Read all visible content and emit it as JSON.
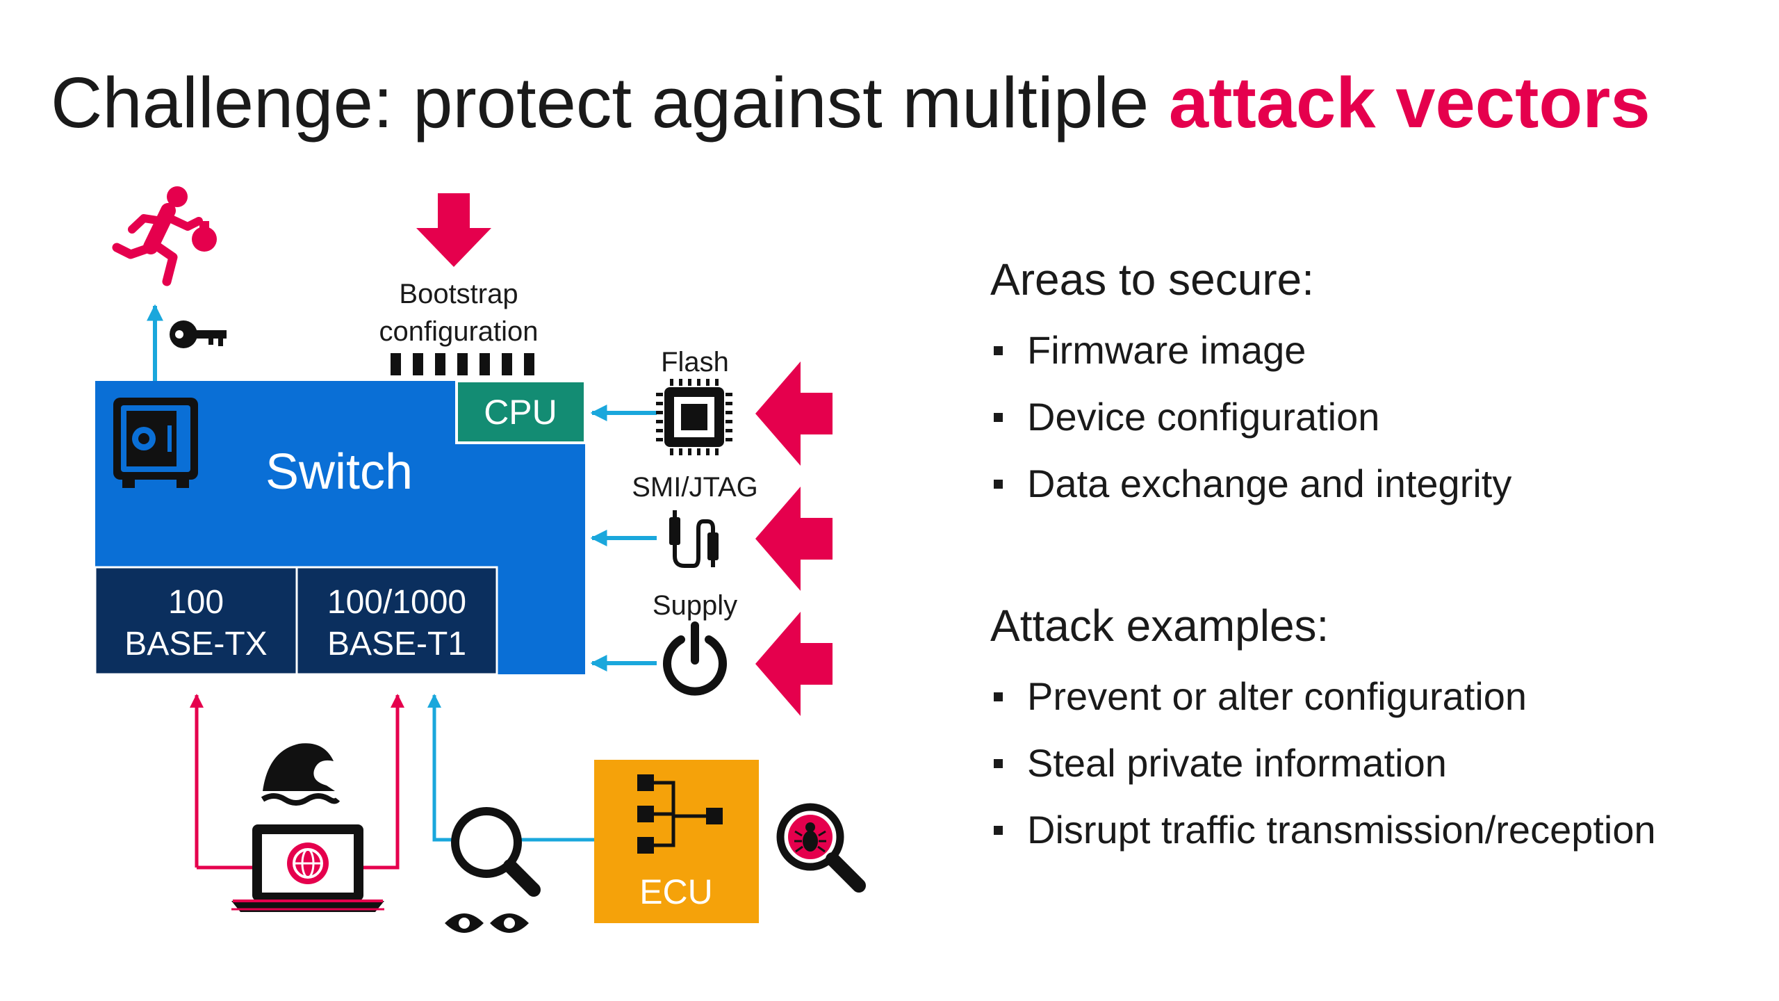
{
  "title": {
    "prefix": "Challenge: protect against multiple ",
    "accent": "attack vectors"
  },
  "diagram": {
    "switch_label": "Switch",
    "cpu_label": "CPU",
    "port1_line1": "100",
    "port1_line2": "BASE-TX",
    "port2_line1": "100/1000",
    "port2_line2": "BASE-T1",
    "bootstrap_line1": "Bootstrap",
    "bootstrap_line2": "configuration",
    "flash_label": "Flash",
    "smi_label": "SMI/JTAG",
    "supply_label": "Supply",
    "ecu_label": "ECU"
  },
  "areas": {
    "heading": "Areas to secure:",
    "items": [
      "Firmware image",
      "Device configuration",
      "Data exchange and integrity"
    ]
  },
  "attacks": {
    "heading": "Attack examples:",
    "items": [
      "Prevent or alter configuration",
      "Steal private information",
      "Disrupt traffic transmission/reception"
    ]
  },
  "colors": {
    "accent": "#e5004d",
    "switch_blue": "#0a6fd6",
    "port_navy": "#0b2f5e",
    "cpu_teal": "#138c73",
    "ecu_orange": "#f5a20a",
    "arrow_cyan": "#1aa7dc"
  },
  "icons": [
    "thief-icon",
    "key-icon",
    "safe-icon",
    "chip-icon",
    "cable-icon",
    "power-icon",
    "wave-icon",
    "laptop-globe-icon",
    "magnifier-icon",
    "eyes-icon",
    "ecu-tree-icon",
    "bug-magnifier-icon"
  ]
}
